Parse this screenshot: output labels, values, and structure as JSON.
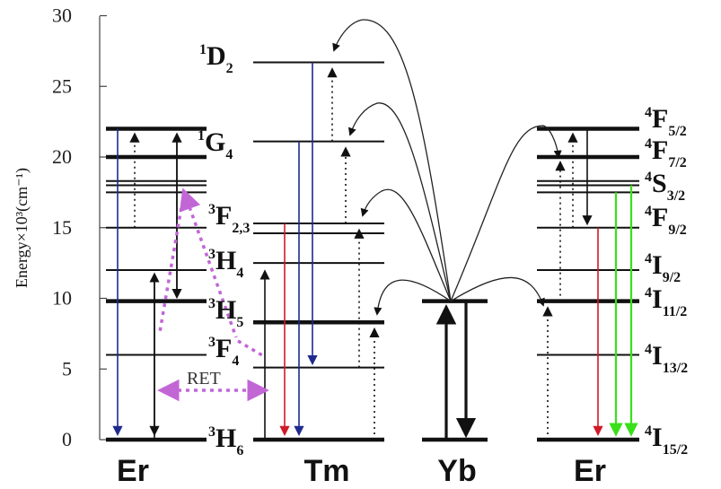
{
  "y_axis": {
    "label": "Energy×10³(cm⁻¹)",
    "ticks": [
      0,
      5,
      10,
      15,
      20,
      25,
      30
    ],
    "range": [
      0,
      30
    ]
  },
  "ions": [
    {
      "id": "er-left",
      "label": "Er"
    },
    {
      "id": "tm",
      "label": "Tm"
    },
    {
      "id": "yb",
      "label": "Yb"
    },
    {
      "id": "er-right",
      "label": "Er"
    }
  ],
  "levels": {
    "er_left": [
      0,
      6,
      9.8,
      12,
      15,
      17.5,
      18,
      18.3,
      20,
      22
    ],
    "tm": [
      0,
      5.1,
      8.3,
      12.5,
      14.6,
      15.3,
      21.1,
      26.7
    ],
    "yb": [
      0,
      9.8
    ],
    "er_right": [
      0,
      6,
      9.8,
      12,
      15,
      17.5,
      18,
      18.3,
      20,
      22
    ]
  },
  "tm_terms": [
    {
      "sup": "3",
      "main": "H",
      "sub": "6",
      "energy": 0
    },
    {
      "sup": "3",
      "main": "F",
      "sub": "4",
      "energy": 5.1
    },
    {
      "sup": "3",
      "main": "H",
      "sub": "5",
      "energy": 8.3
    },
    {
      "sup": "3",
      "main": "H",
      "sub": "4",
      "energy": 12.5
    },
    {
      "sup": "3",
      "main": "F",
      "sub": "2,3",
      "energy": 15.3
    },
    {
      "sup": "1",
      "main": "G",
      "sub": "4",
      "energy": 21.1
    },
    {
      "sup": "1",
      "main": "D",
      "sub": "2",
      "energy": 26.7
    }
  ],
  "er_terms": [
    {
      "sup": "4",
      "main": "F",
      "sub": "5/2",
      "energy": 22
    },
    {
      "sup": "4",
      "main": "F",
      "sub": "7/2",
      "energy": 20
    },
    {
      "sup": "4",
      "main": "S",
      "sub": "3/2",
      "energy": 18.3
    },
    {
      "sup": "4",
      "main": "F",
      "sub": "9/2",
      "energy": 15
    },
    {
      "sup": "4",
      "main": "I",
      "sub": "9/2",
      "energy": 12
    },
    {
      "sup": "4",
      "main": "I",
      "sub": "11/2",
      "energy": 9.8
    },
    {
      "sup": "4",
      "main": "I",
      "sub": "13/2",
      "energy": 6
    },
    {
      "sup": "4",
      "main": "I",
      "sub": "15/2",
      "energy": 0
    }
  ],
  "ret_label": "RET",
  "colors": {
    "blue": "#1f2a8f",
    "red": "#d01a2a",
    "green": "#39e01a",
    "magenta": "#c266d6",
    "black": "#111111"
  }
}
